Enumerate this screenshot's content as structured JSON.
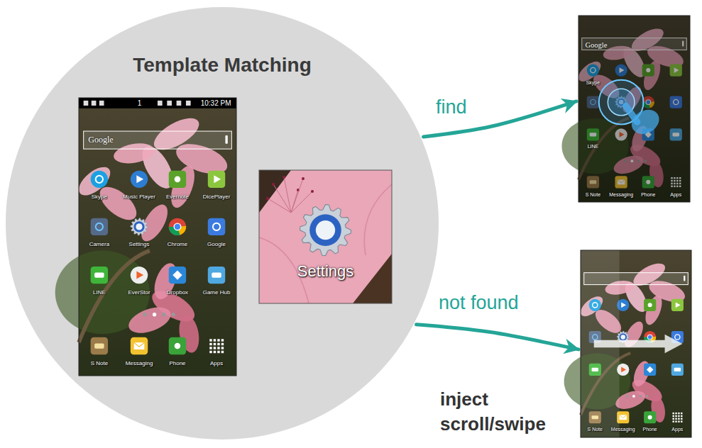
{
  "diagram": {
    "nodes": [
      {
        "text": [
          "Template Matching"
        ]
      },
      {
        "text": [
          "1",
          "10:32 PM",
          "Google",
          "Skype",
          "Music Player",
          "Evernote",
          "DicePlayer",
          "Camera",
          "Settings",
          "Chrome",
          "Google",
          "LINE",
          "EverStor",
          "Dropbox",
          "Game Hub",
          "S Note",
          "Messaging",
          "Phone",
          "Apps"
        ],
        "in": 0
      },
      {
        "text": [
          "Settings"
        ],
        "in": 0
      },
      {
        "text": [
          "Google",
          "Skype",
          "LINE",
          "S Note",
          "Messaging",
          "Phone",
          "Apps"
        ]
      },
      {
        "text": [
          "S Note",
          "Messaging",
          "Phone",
          "Apps"
        ]
      }
    ],
    "edges": [
      {
        "from": 0,
        "to": 3,
        "arrow": "to",
        "label": "find"
      },
      {
        "from": 0,
        "to": 4,
        "arrow": "to",
        "label": "not found"
      }
    ],
    "labels": [
      "inject scroll/swipe"
    ]
  }
}
